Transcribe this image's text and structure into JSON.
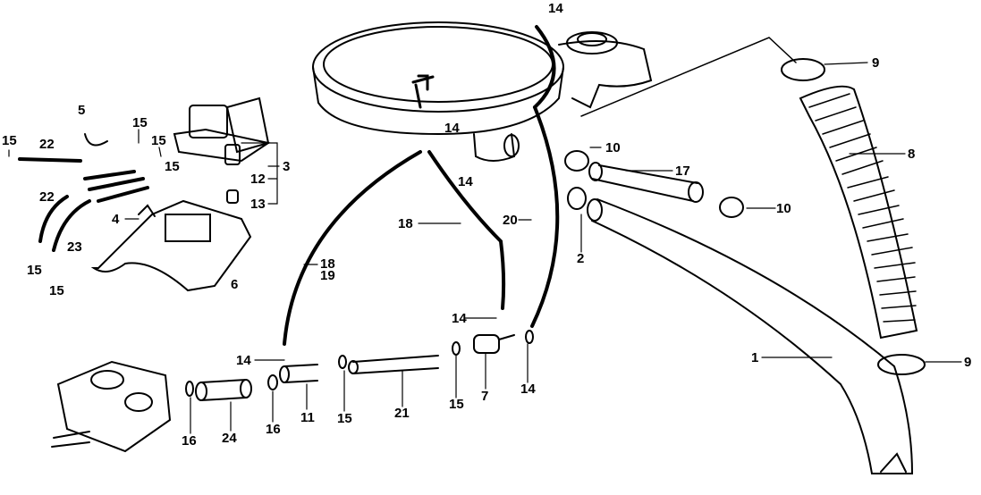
{
  "title": "Carburetor air cleaner / hose parts diagram",
  "colors": {
    "ink": "#000000",
    "paper": "#ffffff"
  },
  "labels": [
    "14",
    "9",
    "8",
    "10",
    "17",
    "10",
    "14",
    "14",
    "18",
    "20",
    "2",
    "5",
    "15",
    "15",
    "22",
    "15",
    "15",
    "3",
    "12",
    "13",
    "22",
    "23",
    "4",
    "15",
    "15",
    "6",
    "18",
    "19",
    "14",
    "1",
    "9",
    "14",
    "16",
    "24",
    "16",
    "11",
    "15",
    "21",
    "15",
    "7",
    "14"
  ]
}
